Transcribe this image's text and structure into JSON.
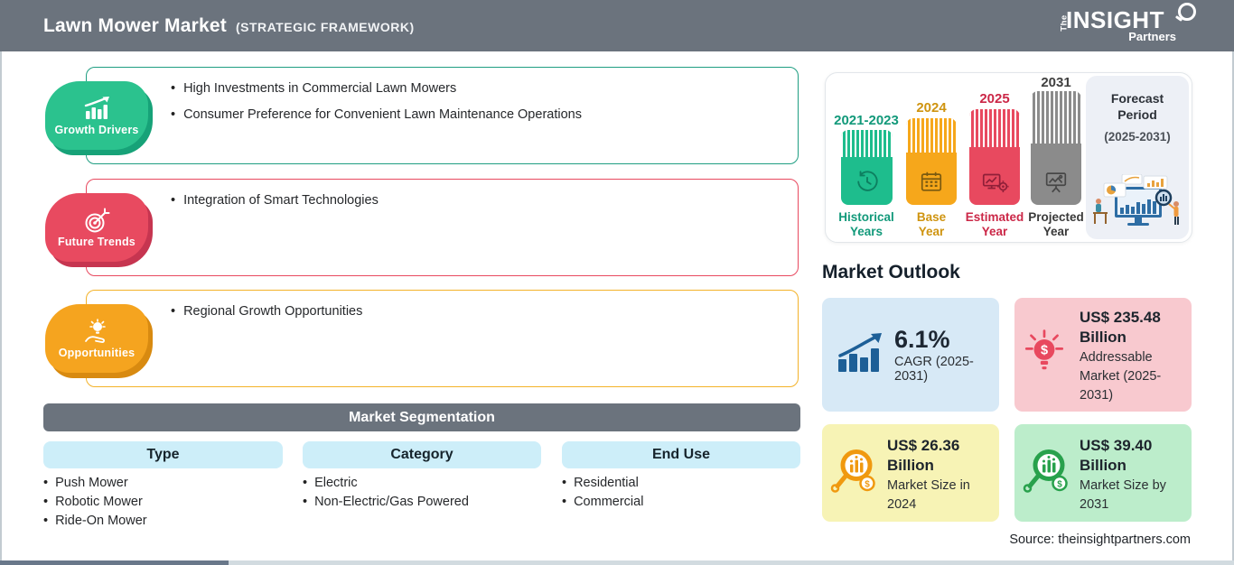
{
  "header": {
    "title": "Lawn Mower Market",
    "subtitle": "(STRATEGIC FRAMEWORK)",
    "logo": {
      "the": "The",
      "insight": "INSIGHT",
      "partners": "Partners"
    }
  },
  "framework": {
    "rows": [
      {
        "label": "Growth Drivers",
        "color": "#2bc28e",
        "bullets": [
          "High Investments in Commercial Lawn Mowers",
          "Consumer Preference for Convenient Lawn Maintenance Operations"
        ]
      },
      {
        "label": "Future Trends",
        "color": "#e84a60",
        "bullets": [
          "Integration of Smart Technologies"
        ]
      },
      {
        "label": "Opportunities",
        "color": "#f5a41f",
        "bullets": [
          "Regional Growth Opportunities"
        ]
      }
    ]
  },
  "segmentation": {
    "title": "Market Segmentation",
    "columns": [
      {
        "header": "Type",
        "items": [
          "Push Mower",
          "Robotic Mower",
          "Ride-On Mower"
        ]
      },
      {
        "header": "Category",
        "items": [
          "Electric",
          "Non-Electric/Gas Powered"
        ]
      },
      {
        "header": "End Use",
        "items": [
          "Residential",
          "Commercial"
        ]
      }
    ]
  },
  "timeline": {
    "bars": [
      {
        "year": "2021-2023",
        "label_line1": "Historical",
        "label_line2": "Years",
        "color": "#1ebd8d"
      },
      {
        "year": "2024",
        "label_line1": "Base",
        "label_line2": "Year",
        "color": "#f6a71b"
      },
      {
        "year": "2025",
        "label_line1": "Estimated",
        "label_line2": "Year",
        "color": "#e8495f"
      },
      {
        "year": "2031",
        "label_line1": "Projected",
        "label_line2": "Year",
        "color": "#8b8b8b"
      }
    ],
    "forecast": {
      "line1": "Forecast",
      "line2": "Period",
      "line3": "(2025-2031)"
    }
  },
  "outlook": {
    "title": "Market Outlook",
    "cards": [
      {
        "value": "6.1%",
        "desc": "CAGR (2025-2031)",
        "bg": "#d7e9f6"
      },
      {
        "value": "US$ 235.48 Billion",
        "desc": "Addressable Market (2025-2031)",
        "bg": "#f8c9cf"
      },
      {
        "value": "US$ 26.36 Billion",
        "desc": "Market Size in 2024",
        "bg": "#f7f3b5"
      },
      {
        "value": "US$ 39.40 Billion",
        "desc": "Market Size by 2031",
        "bg": "#bcedcb"
      }
    ]
  },
  "source": "Source: theinsightpartners.com",
  "colors": {
    "header_bg": "#6b737d",
    "segmentation_bar_bg": "#6b737d",
    "column_header_bg": "#cdeef9",
    "growth_drivers": "#2bc28e",
    "future_trends": "#e84a60",
    "opportunities": "#f5a41f"
  }
}
